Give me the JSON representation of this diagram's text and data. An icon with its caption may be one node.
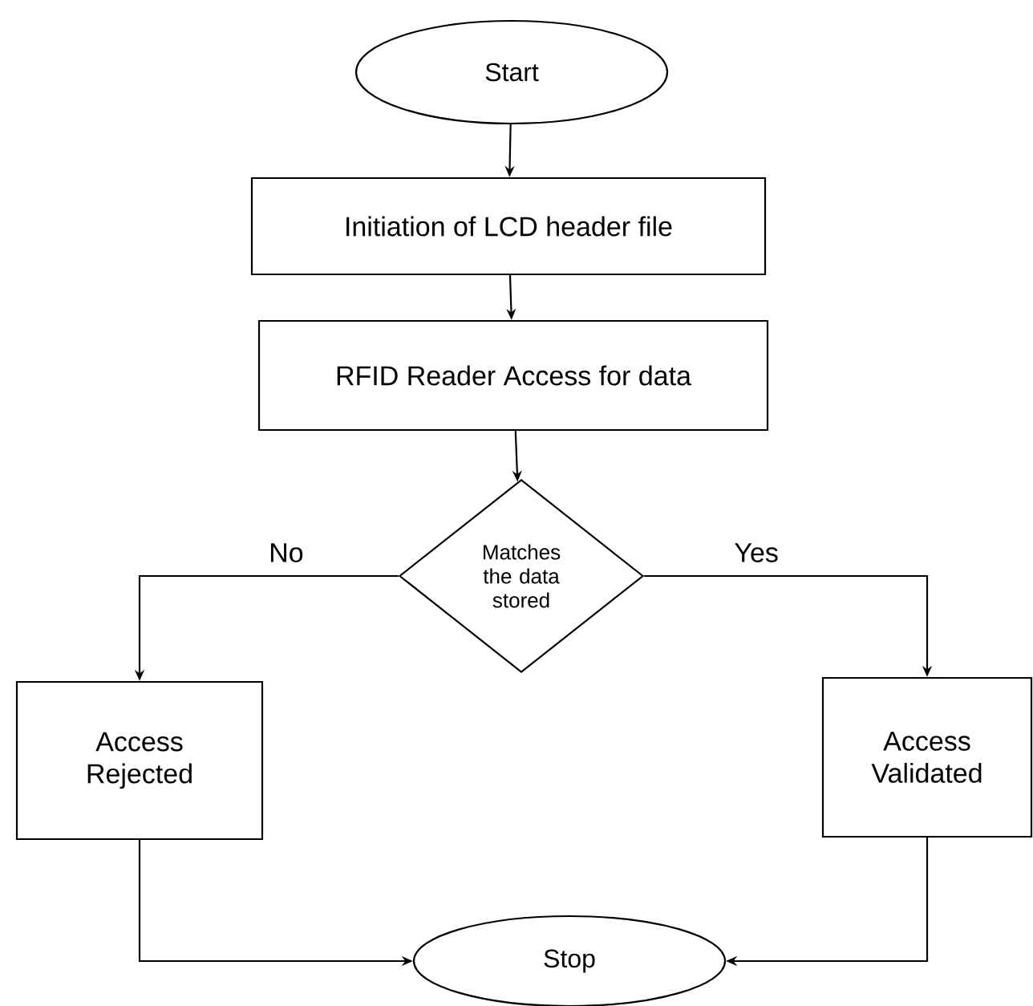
{
  "diagram": {
    "nodes": [
      {
        "text": [
          "Start"
        ]
      },
      {
        "text": [
          "Initiation of LCD header file"
        ]
      },
      {
        "text": [
          "RFID Reader Access for data"
        ]
      },
      {
        "text": [
          "Matches the data stored"
        ]
      },
      {
        "text": [
          "Access Rejected"
        ]
      },
      {
        "text": [
          "Access Validated"
        ]
      },
      {
        "text": [
          "Stop"
        ]
      }
    ],
    "edges": [
      {
        "from": 0,
        "to": 1,
        "arrow": "to"
      },
      {
        "from": 1,
        "to": 2,
        "arrow": "to"
      },
      {
        "from": 2,
        "to": 3,
        "arrow": "to"
      },
      {
        "from": 3,
        "to": 4,
        "arrow": "to",
        "label": "No"
      },
      {
        "from": 3,
        "to": 5,
        "arrow": "to",
        "label": "Yes"
      },
      {
        "from": 4,
        "to": 6,
        "arrow": "to"
      },
      {
        "from": 5,
        "to": 6,
        "arrow": "to"
      }
    ]
  }
}
